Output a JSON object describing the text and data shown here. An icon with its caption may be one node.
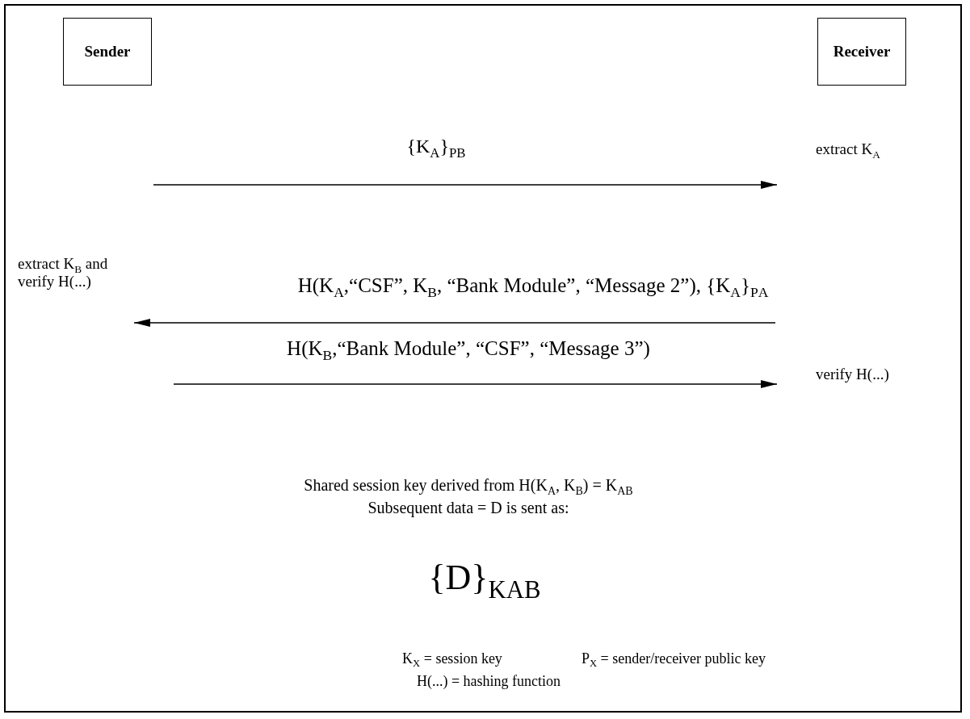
{
  "diagram": {
    "nodes": [
      {
        "text": [
          "Sender"
        ]
      },
      {
        "text": [
          "Receiver"
        ]
      },
      {
        "text": [
          "extract K$_{A}$"
        ]
      },
      {
        "text": [
          "extract K$_{B}$ and verify H(...)"
        ]
      },
      {
        "text": [
          "verify H(...)"
        ]
      }
    ],
    "edges": [
      {
        "from": null,
        "to": 2,
        "arrow": "to",
        "label": "{K$_{A}$}$_{P}$$_{B}$"
      },
      {
        "from": null,
        "to": 3,
        "arrow": "to",
        "label": "H(K$_{A}$,“CSF”, K$_{B}$, “Bank Module”, “Message 2”), {K$_{A}$}$_{P}$$_{A}$"
      },
      {
        "from": null,
        "to": 4,
        "arrow": "to",
        "label": "H(K$_{B}$,“Bank Module”, “CSF”, “Message 3”)"
      }
    ],
    "labels": [
      "Shared session key derived from H(K$_{A}$, K$_{B}$) = K$_{AB}$",
      "Subsequent data = D is sent as:",
      "{D}$_{K}$$_{AB}$",
      "K$_{X}$ = session key",
      "P$_{X}$ = sender/receiver public key",
      "H(...) = hashing function"
    ]
  }
}
